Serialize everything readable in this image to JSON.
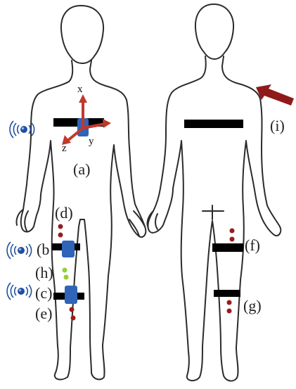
{
  "labels": {
    "a": "(a)",
    "b": "(b",
    "c": "(c)",
    "d": "(d)",
    "e": "(e)",
    "f": "(f)",
    "g": "(g)",
    "h": "(h)",
    "i": "(i)"
  },
  "axes": {
    "x": "x",
    "y": "y",
    "z": "z"
  },
  "colors": {
    "outline": "#2b2b2b",
    "strap": "#000000",
    "sensor": "#2f64b8",
    "axis_arrow": "#c0392b",
    "marker_red": "#9b1b1b",
    "marker_green": "#9acd32",
    "big_arrow": "#8e1a1a",
    "wireless": "#1f4fa0"
  },
  "icons": [
    "wireless-signal-icon",
    "direction-arrow-icon"
  ]
}
